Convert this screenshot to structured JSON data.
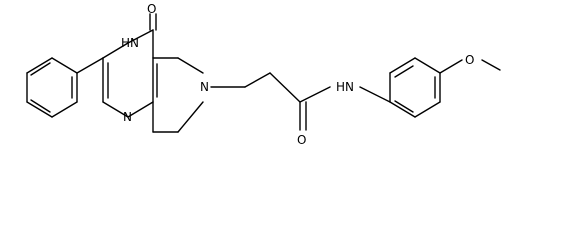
{
  "molecule": {
    "atom_labels": {
      "o_carbonyl_ring": "O",
      "nh_ring": "HN",
      "n_pyrimidine": "N",
      "n_tertiary": "N",
      "nh_amide": "HN",
      "o_amide": "O",
      "o_methoxy": "O"
    },
    "colors": {
      "bond": "#000000",
      "label": "#000000",
      "background": "#ffffff"
    }
  }
}
